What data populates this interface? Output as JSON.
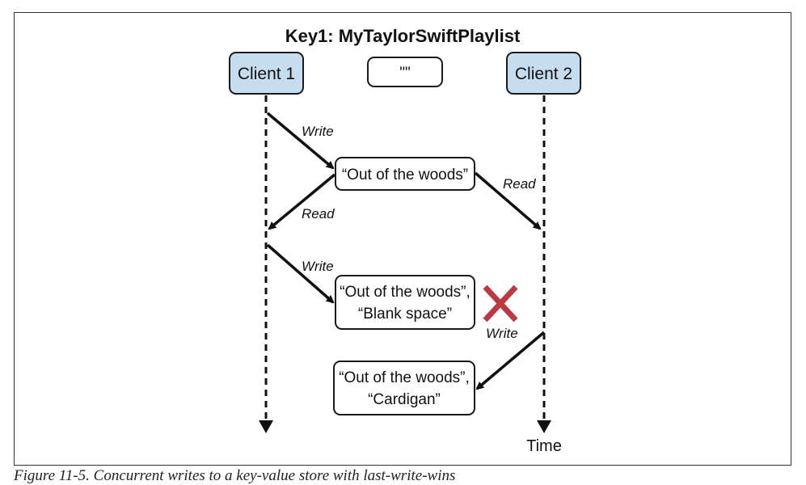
{
  "diagram": {
    "title": "Key1: MyTaylorSwiftPlaylist",
    "clients": [
      "Client 1",
      "Client 2"
    ],
    "initial_value": "\"\"",
    "states": [
      [
        "“Out of the woods”"
      ],
      [
        "“Out of the woods”,",
        "“Blank space”"
      ],
      [
        "“Out of the woods”,",
        "“Cardigan”"
      ]
    ],
    "labels": {
      "c1_write_1": "Write",
      "c1_read": "Read",
      "c2_read": "Read",
      "c1_write_2": "Write",
      "c2_write": "Write"
    },
    "time_label": "Time",
    "colors": {
      "client_fill": "#c5ddef",
      "client_stroke": "#1a1a1a",
      "box_stroke": "#1a1a1a",
      "conflict_x": "#b83b44"
    }
  },
  "figure": {
    "caption": "Figure 11-5. Concurrent writes to a key-value store with last-write-wins"
  }
}
